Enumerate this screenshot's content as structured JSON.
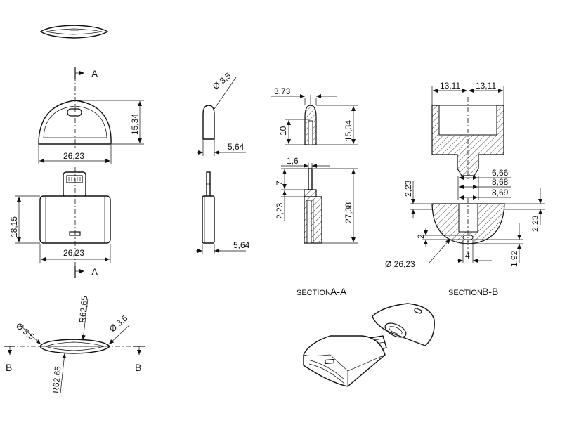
{
  "dimensions": {
    "top_width": "26,23",
    "top_height": "15,34",
    "front_width": "26,23",
    "front_height": "18,15",
    "side_diameter": "Ø 3,5",
    "side_thickness_top": "5,64",
    "side_thickness_bottom": "5,64",
    "sa_width": "3,73",
    "sa_depth": "10",
    "sa_height": "15,34",
    "sa_pin_width": "1,6",
    "sa_offset_7": "7",
    "sa_total": "27,38",
    "sa_lower": "2,23",
    "sb_half_left": "13,11",
    "sb_half_right": "13,11",
    "sb_w1": "6,66",
    "sb_w2": "8,68",
    "sb_w3": "8,69",
    "sb_left_223": "2,23",
    "sb_right_223": "2,23",
    "sb_2": "2",
    "sb_4": "4",
    "sb_192": "1,92",
    "sb_diameter": "Ø 26,23",
    "bottom_dia_left": "Ø 3,5",
    "bottom_radius_top": "R62,65",
    "bottom_dia_right": "Ø 3,5",
    "bottom_radius_bottom": "R62,65"
  },
  "labels": {
    "section_a_top": "A",
    "section_a_bottom": "A",
    "section_b_left": "B",
    "section_b_right": "B",
    "section_a_caption_small": "SECTION",
    "section_a_caption_letter": "A-A",
    "section_b_caption_small": "SECTION",
    "section_b_caption_letter": "B-B"
  }
}
